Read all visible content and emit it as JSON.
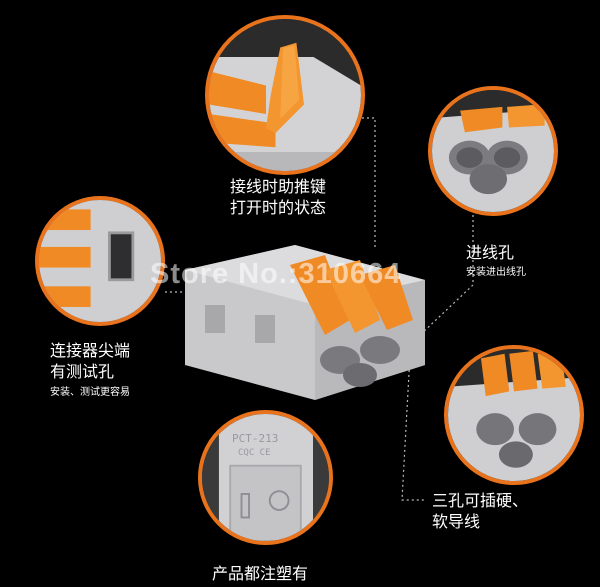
{
  "watermark": "Store No.:310664",
  "callouts": {
    "lever": {
      "line1": "接线时助推键",
      "line2": "打开时的状态"
    },
    "inlet": {
      "title": "进线孔",
      "sub": "安装进出线孔"
    },
    "test": {
      "line1": "连接器尖端",
      "line2": "有测试孔",
      "sub": "安装、测试更容易"
    },
    "holes": {
      "line1": "三孔可插硬、",
      "line2": "软导线"
    },
    "plastic": {
      "title": "产品都注塑有"
    }
  },
  "product_marking": {
    "model": "PCT-213",
    "cert": "CQC  CE"
  },
  "colors": {
    "accent": "#e8731c",
    "housing": "#c9c9cc",
    "lever": "#f08a24",
    "background": "#000000"
  }
}
